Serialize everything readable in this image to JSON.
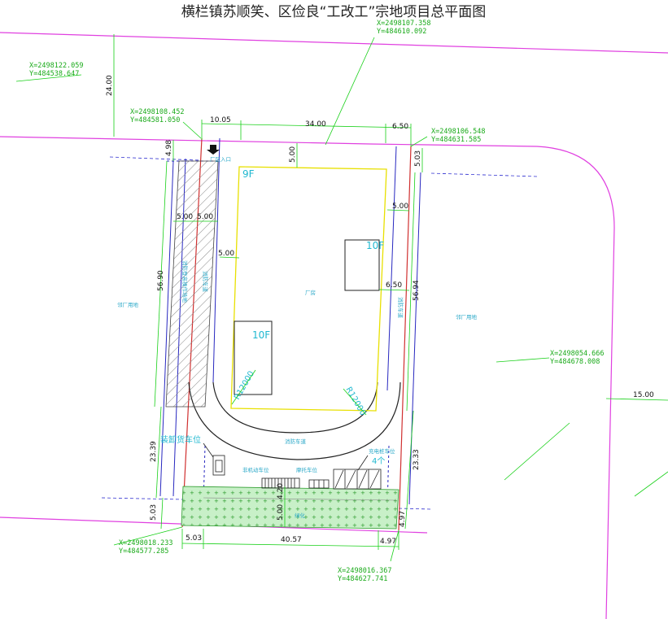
{
  "title": "横栏镇苏顺笑、区俭良“工改工”宗地项目总平面图",
  "coordinates": {
    "top_center": {
      "x": "X=2498107.358",
      "y": "Y=484610.092"
    },
    "top_left_far": {
      "x": "X=2498122.059",
      "y": "Y=484538.647"
    },
    "top_left": {
      "x": "X=2498108.452",
      "y": "Y=484581.050"
    },
    "top_right": {
      "x": "X=2498106.548",
      "y": "Y=484631.585"
    },
    "right": {
      "x": "X=2498054.666",
      "y": "Y=484678.008"
    },
    "bottom_left": {
      "x": "X=2498018.233",
      "y": "Y=484577.285"
    },
    "bottom_right": {
      "x": "X=2498016.367",
      "y": "Y=484627.741"
    }
  },
  "dimensions": {
    "road_width_left": "24.00",
    "top_seg1": "10.05",
    "top_seg2": "34.00",
    "top_seg3": "6.50",
    "setback_top_left": "4.98",
    "setback_top_right": "5.03",
    "setback_top_mid": "5.00",
    "left_seg1": "5.00",
    "left_seg2": "5.00",
    "right_seg": "5.00",
    "inner_left": "5.00",
    "left_height": "56.90",
    "right_height": "56.94",
    "right_gap": "6.50",
    "left_lower": "23.39",
    "right_lower": "23.33",
    "bottom_left_small": "5.03",
    "bottom_right_small": "4.97",
    "green_h1": "4.20",
    "green_h2": "5.00",
    "bottom_seg1": "5.03",
    "bottom_seg2": "40.57",
    "bottom_seg3": "4.97",
    "road_right": "15.00"
  },
  "labels": {
    "entrance": "厂区入口",
    "floor_9f": "9F",
    "floor_10f_a": "10F",
    "floor_10f_b": "10F",
    "factory": "厂房",
    "radius_left": "R12000",
    "radius_right": "R12000",
    "fire_lane_bottom": "消防车道",
    "fire_lane_right": "消防车道",
    "fire_lane_left": "消防车道",
    "fire_rescue_site": "消防登高操作场地",
    "neighbor_left": "邻厂用地",
    "neighbor_right": "邻厂用地",
    "loading_bay": "装卸货车位",
    "nonmotor_parking": "非机动车位",
    "motor_parking": "摩托车位",
    "charging_parking": "充电桩车位",
    "charging_count": "4个",
    "greenery": "绿化"
  },
  "colors": {
    "road_line": "#e040e0",
    "boundary": "#e03030",
    "building": "#e8e000",
    "dimension": "#18d018",
    "fire_lane": "#2020c0",
    "text_cyan": "#20b8d0",
    "green_fill": "#c8f0c8"
  }
}
